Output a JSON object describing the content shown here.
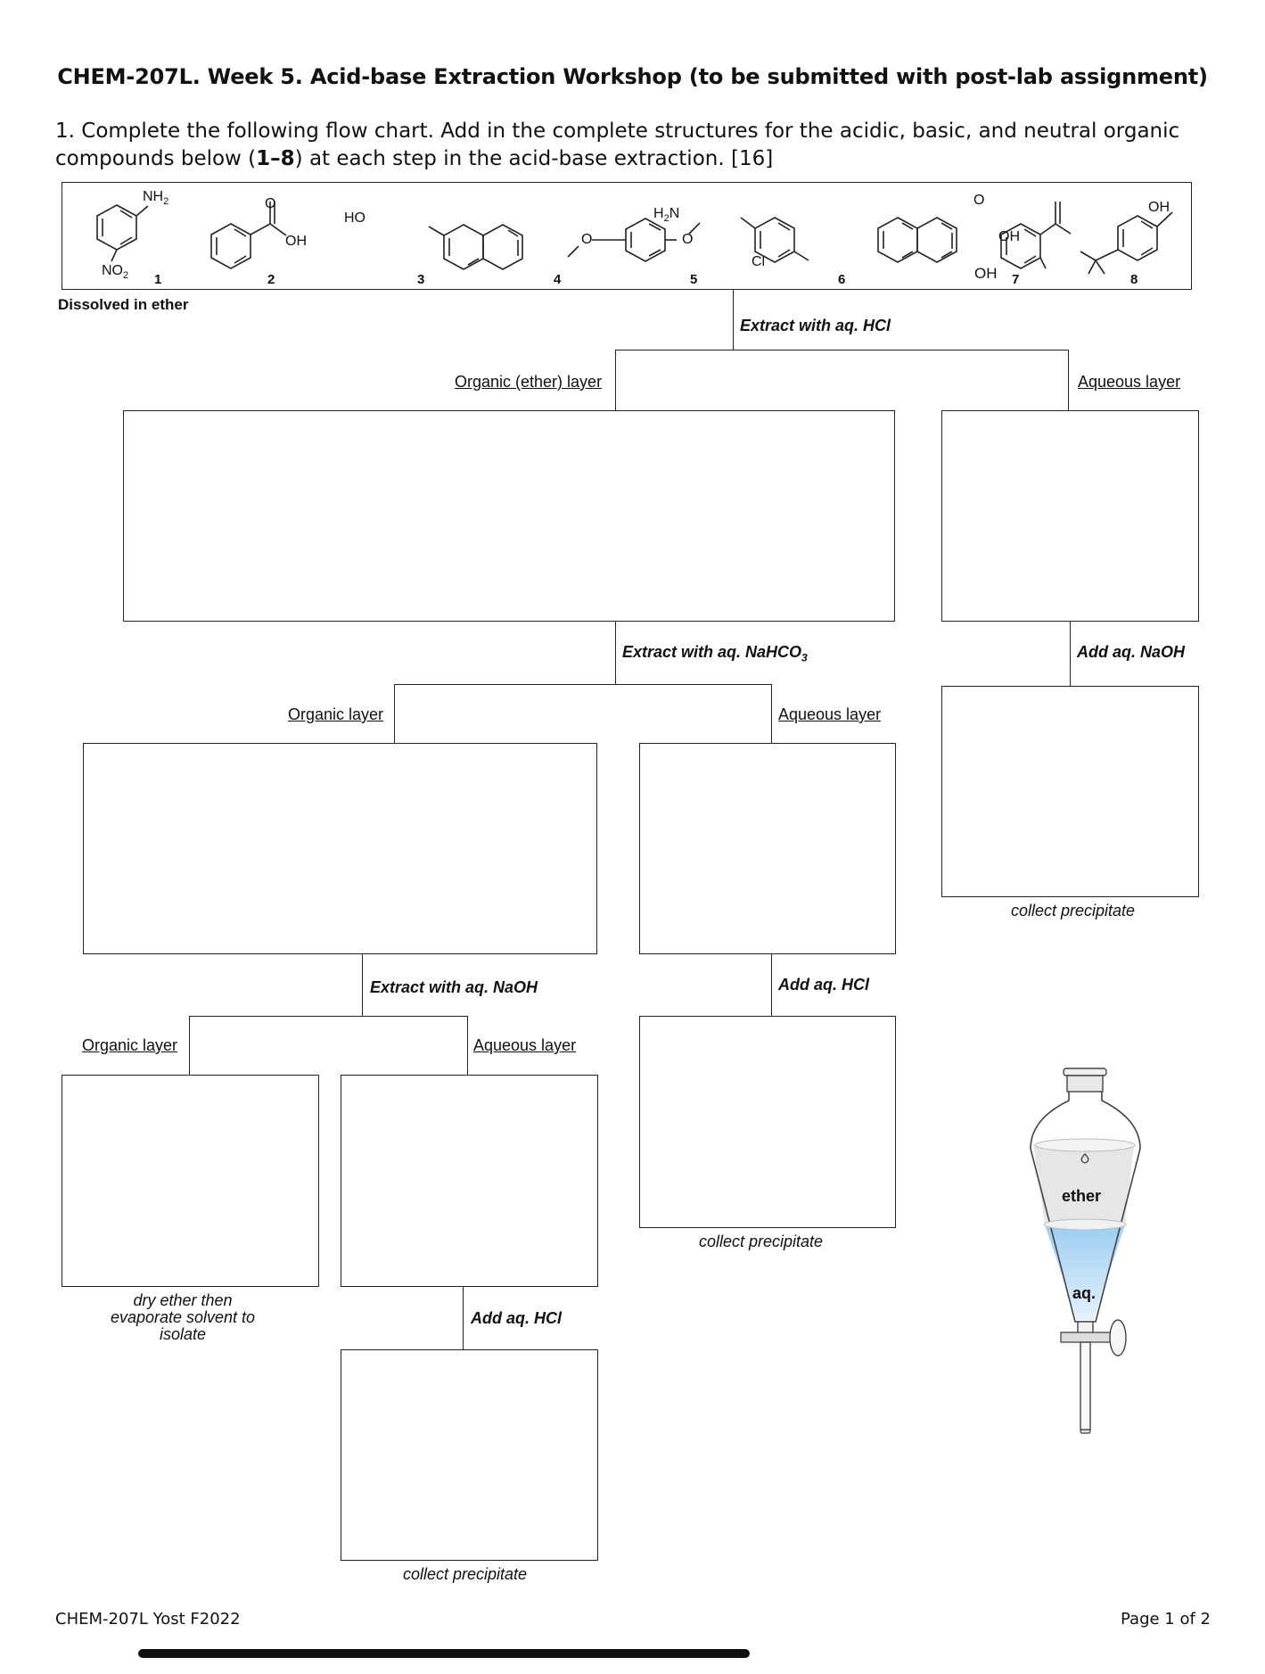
{
  "header": {
    "title": "CHEM-207L. Week 5. Acid-base Extraction Workshop (to be submitted with post-lab assignment)"
  },
  "question": {
    "text_a": "1. Complete the following flow chart. Add in the complete structures for the acidic, basic, and neutral organic compounds below (",
    "range": "1–8",
    "text_b": ") at each step in the acid-base extraction. [16]"
  },
  "compounds": {
    "c1": {
      "num": "1",
      "sub1": "NH",
      "sub1_idx": "2",
      "sub2": "NO",
      "sub2_idx": "2"
    },
    "c2": {
      "num": "2",
      "o": "O",
      "oh": "OH"
    },
    "c3": {
      "num": "3",
      "ho": "HO"
    },
    "c4": {
      "num": "4",
      "o1": "O",
      "o2": "O"
    },
    "c5": {
      "num": "5",
      "h2n_a": "H",
      "h2n_idx": "2",
      "h2n_b": "N",
      "cl": "Cl"
    },
    "c6": {
      "num": "6"
    },
    "c7": {
      "num": "7",
      "o": "O",
      "oh1": "OH",
      "oh2": "OH"
    },
    "c8": {
      "num": "8",
      "oh": "OH"
    }
  },
  "flow": {
    "dissolved": "Dissolved in ether",
    "step1": "Extract with aq. HCl",
    "organic_ether_layer": "Organic (ether) layer",
    "aqueous_layer_1": "Aqueous layer",
    "step2": "Extract with aq. NaHCO",
    "step2_sub": "3",
    "add_naoh": "Add aq. NaOH",
    "organic_layer_2": "Organic layer",
    "aqueous_layer_2": "Aqueous layer",
    "collect_1": "collect precipitate",
    "step3": "Extract with aq. NaOH",
    "add_hcl_1": "Add aq. HCl",
    "organic_layer_3": "Organic layer",
    "aqueous_layer_3": "Aqueous layer",
    "collect_2": "collect precipitate",
    "dry_line1": "dry ether then",
    "dry_line2": "evaporate solvent to",
    "dry_line3": "isolate",
    "add_hcl_2": "Add aq. HCl",
    "collect_3": "collect precipitate"
  },
  "funnel": {
    "top_label": "ether",
    "bottom_label": "aq."
  },
  "footer": {
    "left": "CHEM-207L Yost F2022",
    "right": "Page 1 of 2"
  },
  "colors": {
    "aqueous": "#bfe0f7",
    "ether": "#e4e4e4",
    "line": "#222222"
  }
}
